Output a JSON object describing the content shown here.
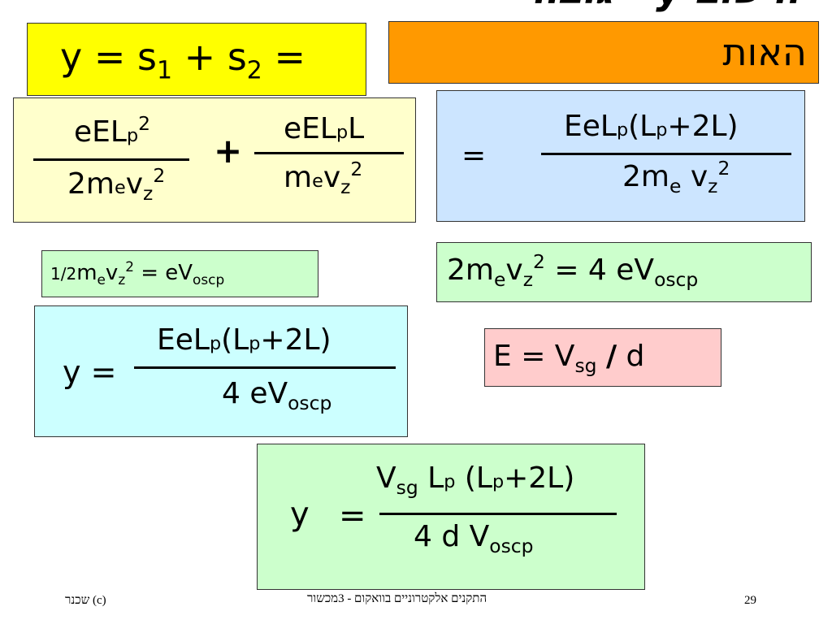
{
  "slide": {
    "title_partial": "חישוב y - גובה",
    "number": "29",
    "footer_center": "התקנים אלקטרוניים בוואקום - 3מכשור",
    "footer_left": "שכנר   (c)"
  },
  "colors": {
    "yellow": "#ffff00",
    "orange": "#ff9900",
    "light_yellow": "#ffffcc",
    "light_blue": "#cce5ff",
    "light_green": "#ccffcc",
    "light_cyan": "#ccffff",
    "light_pink": "#ffcccc"
  },
  "boxes": {
    "y_sum": {
      "y": "y",
      "eq1": "=",
      "s": "s",
      "sub1": "1",
      "plus": "+",
      "sub2": "2",
      "eq2": "="
    },
    "signal": {
      "label": "האות"
    },
    "terms": {
      "num1_main": "eEL",
      "num1_p": "p",
      "num1_sup": "2",
      "den1_main": "2m",
      "den1_e": "e",
      "den1_v": "v",
      "den1_z": "z",
      "den1_sup": "2",
      "plus": "+",
      "num2_main": "eEL",
      "num2_p": "p",
      "num2_L": "L",
      "den2_m": "m",
      "den2_e": "e",
      "den2_v": "v",
      "den2_z": "z",
      "den2_sup": "2"
    },
    "combined": {
      "eq": "=",
      "num_a": "EeL",
      "num_p1": "p",
      "num_b": "(L",
      "num_p2": "p",
      "num_c": "+2L)",
      "den_m": "2m",
      "den_e": "e",
      "den_v": "v",
      "den_z": "z",
      "den_sup": "2"
    },
    "energy": {
      "half": "1/2",
      "m": "m",
      "e": "e",
      "v": "v",
      "z": "z",
      "sup": "2",
      "rhs": "= eV",
      "sub": "oscp"
    },
    "energy2": {
      "lhs": "2m",
      "e": "e",
      "v": "v",
      "z": "z",
      "sup": "2",
      "rhs": "=  4 eV",
      "sub": "oscp"
    },
    "y_formula": {
      "lhs": "y =",
      "num_a": "EeL",
      "num_p1": "p",
      "num_b": "(L",
      "num_p2": "p",
      "num_c": "+2L)",
      "den": "4 eV",
      "den_sub": "oscp"
    },
    "field": {
      "lhs": "E = V",
      "sub": "sg",
      "slash": "/",
      "rhs": "d"
    },
    "final": {
      "y": "y",
      "eq": "=",
      "num_v": "V",
      "num_sg": "sg",
      "num_L": "L",
      "num_p1": "p",
      "num_b": "(L",
      "num_p2": "p",
      "num_c": "+2L)",
      "den": "4 d V",
      "den_sub": "oscp"
    }
  }
}
